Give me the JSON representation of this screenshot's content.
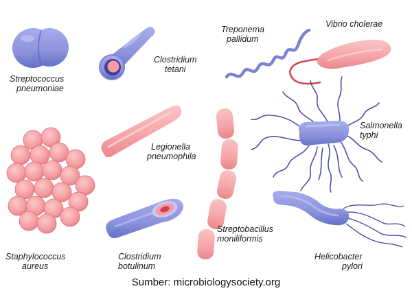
{
  "organisms": {
    "streptococcus": {
      "line1": "Streptococcus",
      "line2": "pneumoniae"
    },
    "clostridium_tetani": {
      "line1": "Clostridium",
      "line2": "tetani"
    },
    "treponema": {
      "line1": "Treponema",
      "line2": "pallidum"
    },
    "vibrio": {
      "line1": "Vibrio cholerae"
    },
    "legionella": {
      "line1": "Legionella",
      "line2": "pneumophila"
    },
    "salmonella": {
      "line1": "Salmonella",
      "line2": "typhi"
    },
    "staphylococcus": {
      "line1": "Staphylococcus",
      "line2": "aureus"
    },
    "clostridium_botulinum": {
      "line1": "Clostridium",
      "line2": "botulinum"
    },
    "streptobacillus": {
      "line1": "Streptobacillus",
      "line2": "moniliformis"
    },
    "helicobacter": {
      "line1": "Helicobacter",
      "line2": "pylori"
    }
  },
  "source": "Sumber: microbiologysociety.org",
  "colors": {
    "blue_fill": "#8c93dc",
    "blue_shade": "#5f67bf",
    "blue_dark": "#3d4199",
    "pink_fill": "#f5a3a6",
    "pink_light": "#fbd3d3",
    "pink_dark": "#e0737c",
    "flagellum_blue": "#4a4fa8",
    "flagellum_red": "#d0424e"
  }
}
